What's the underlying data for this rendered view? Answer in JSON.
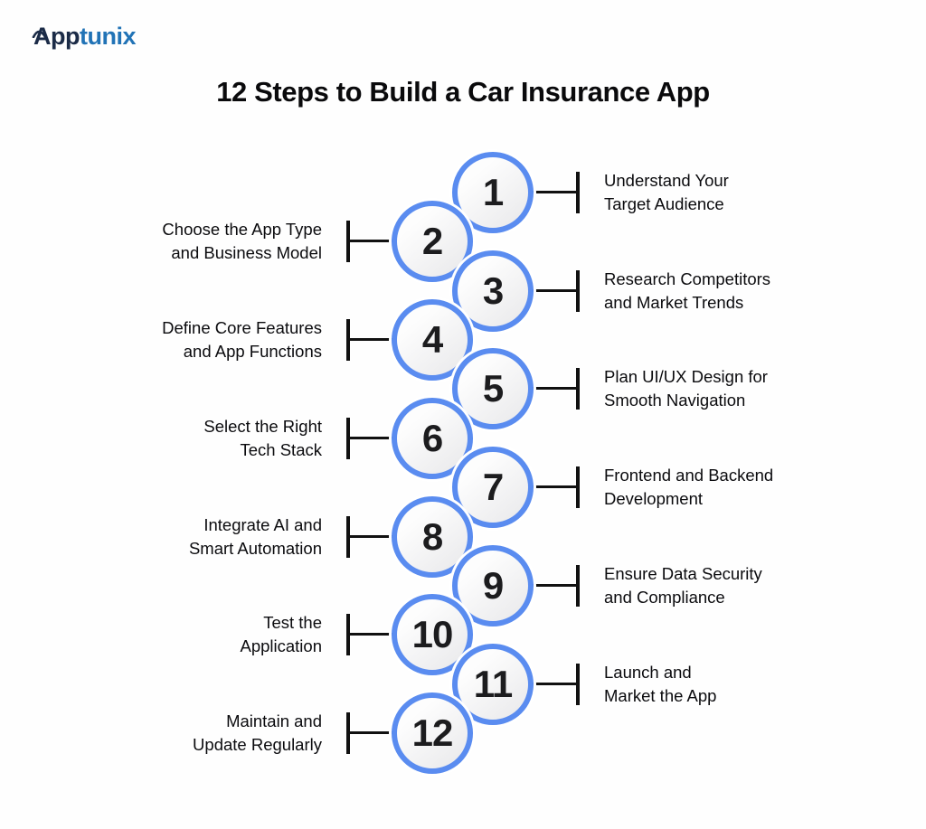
{
  "logo": {
    "part1": "App",
    "part2": "tunix"
  },
  "title": "12 Steps to Build a Car Insurance App",
  "colors": {
    "logo_dark": "#1b2b47",
    "logo_blue": "#2173b6",
    "circle_border": "#5a8cf0",
    "circle_fill_light": "#fdfdfd",
    "circle_fill_dark": "#e8e8ea",
    "connector": "#111111",
    "number": "#1c1c1e",
    "label_text": "#0b0b0e",
    "title_text": "#0a0a0c"
  },
  "steps": [
    {
      "number": "1",
      "side": "right",
      "lines": [
        "Understand Your",
        "Target Audience"
      ]
    },
    {
      "number": "2",
      "side": "left",
      "lines": [
        "Choose the App Type",
        "and Business Model"
      ]
    },
    {
      "number": "3",
      "side": "right",
      "lines": [
        "Research Competitors",
        "and Market Trends"
      ]
    },
    {
      "number": "4",
      "side": "left",
      "lines": [
        "Define Core Features",
        "and App Functions"
      ]
    },
    {
      "number": "5",
      "side": "right",
      "lines": [
        "Plan UI/UX Design for",
        "Smooth Navigation"
      ]
    },
    {
      "number": "6",
      "side": "left",
      "lines": [
        "Select the Right",
        "Tech Stack"
      ]
    },
    {
      "number": "7",
      "side": "right",
      "lines": [
        "Frontend and Backend",
        "Development"
      ]
    },
    {
      "number": "8",
      "side": "left",
      "lines": [
        "Integrate AI and",
        "Smart Automation"
      ]
    },
    {
      "number": "9",
      "side": "right",
      "lines": [
        "Ensure Data Security",
        "and Compliance"
      ]
    },
    {
      "number": "10",
      "side": "left",
      "lines": [
        "Test the",
        "Application"
      ]
    },
    {
      "number": "11",
      "side": "right",
      "lines": [
        "Launch and",
        "Market the App"
      ]
    },
    {
      "number": "12",
      "side": "left",
      "lines": [
        "Maintain and",
        "Update Regularly"
      ]
    }
  ]
}
